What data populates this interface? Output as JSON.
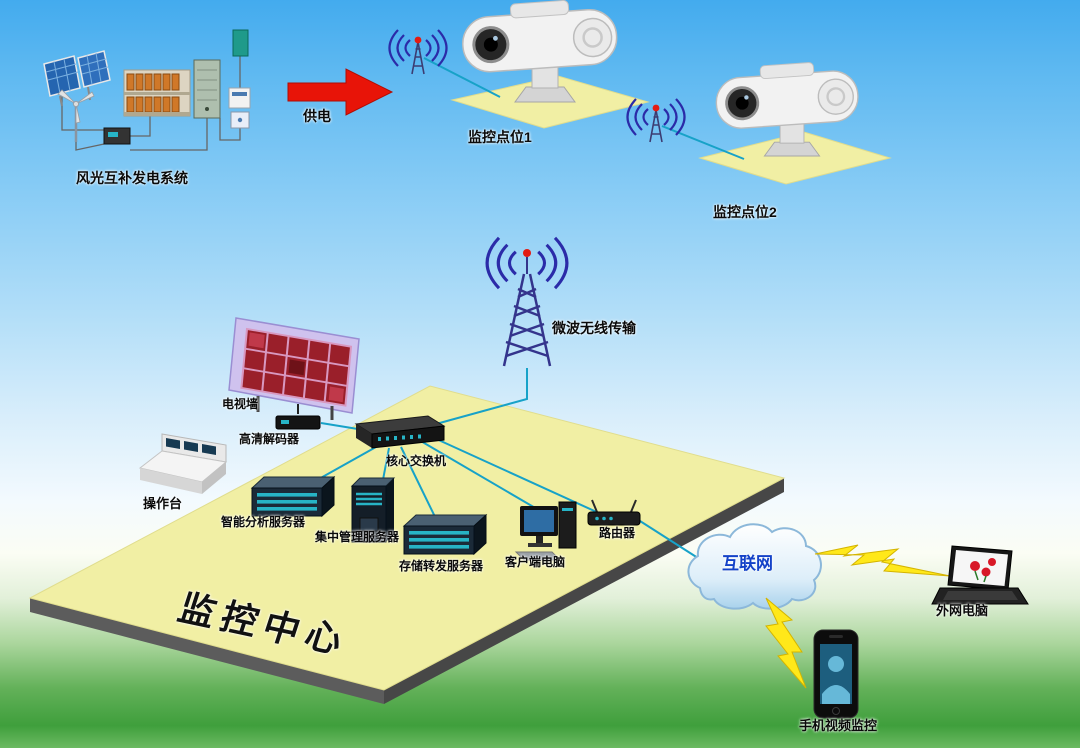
{
  "diagram": {
    "power": {
      "system_label": "风光互补发电系统",
      "supply_label": "供电"
    },
    "cameras": {
      "point1_label": "监控点位1",
      "point2_label": "监控点位2"
    },
    "transmission": {
      "microwave_label": "微波无线传输"
    },
    "center": {
      "title": "监控中心",
      "tv_wall": "电视墙",
      "decoder": "高清解码器",
      "core_switch": "核心交换机",
      "console": "操作台",
      "analysis_server": "智能分析服务器",
      "management_server": "集中管理服务器",
      "storage_server": "存储转发服务器",
      "client_pc": "客户端电脑",
      "router": "路由器"
    },
    "internet": {
      "cloud_label": "互联网",
      "external_pc_label": "外网电脑",
      "mobile_label": "手机视频监控"
    }
  },
  "colors": {
    "sky": "#43abee",
    "grass": "#3f9f3c",
    "platform_yellow": "#f1efa4",
    "link_teal": "#17a2c8",
    "arrow_red": "#e81408",
    "lightning_yellow": "#ffe81a",
    "internet_text": "#1442c8",
    "wifi_blue": "#2b2ba8"
  },
  "components": {
    "solar-panel-icon": "solar panels",
    "wind-turbine-icon": "wind turbine",
    "battery-bank-icon": "battery bank",
    "equipment-cabinet-icon": "equipment cabinet",
    "power-arrow-icon": "red power supply arrow",
    "wireless-antenna-icon": "wireless antenna with signal waves",
    "ptz-camera-icon": "PTZ surveillance camera on platform",
    "radio-tower-icon": "microwave transmission tower",
    "tv-wall-icon": "video wall",
    "decoder-icon": "HD decoder box",
    "core-switch-icon": "core network switch",
    "console-icon": "operator console",
    "server-icon": "rack server",
    "client-pc-icon": "client desktop computer",
    "router-icon": "router",
    "internet-cloud-icon": "internet cloud",
    "lightning-link-icon": "wireless link lightning bolt",
    "laptop-icon": "external network laptop",
    "smartphone-icon": "smartphone video monitor"
  }
}
